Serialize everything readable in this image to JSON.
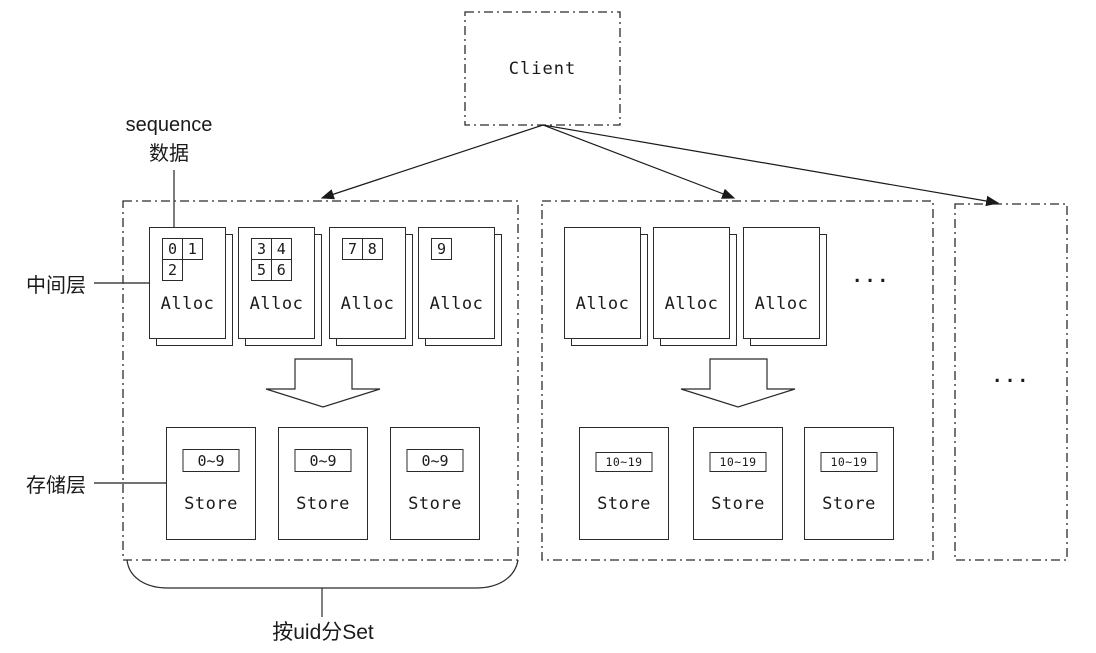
{
  "client": {
    "label": "Client"
  },
  "annotations": {
    "sequence_label_line1": "sequence",
    "sequence_label_line2": "数据",
    "middle_layer_label": "中间层",
    "storage_layer_label": "存储层",
    "set_partition_label": "按uid分Set"
  },
  "groups": [
    {
      "allocs": [
        {
          "label": "Alloc",
          "cells": [
            [
              "0",
              "1"
            ],
            [
              "2"
            ]
          ]
        },
        {
          "label": "Alloc",
          "cells": [
            [
              "3",
              "4"
            ],
            [
              "5",
              "6"
            ]
          ]
        },
        {
          "label": "Alloc",
          "cells": [
            [
              "7",
              "8"
            ]
          ]
        },
        {
          "label": "Alloc",
          "cells": [
            [
              "9"
            ]
          ]
        }
      ],
      "stores": [
        {
          "label": "Store",
          "range": "0~9"
        },
        {
          "label": "Store",
          "range": "0~9"
        },
        {
          "label": "Store",
          "range": "0~9"
        }
      ]
    },
    {
      "allocs": [
        {
          "label": "Alloc"
        },
        {
          "label": "Alloc"
        },
        {
          "label": "Alloc"
        }
      ],
      "more_allocs_ellipsis": "...",
      "stores": [
        {
          "label": "Store",
          "range": "10~19"
        },
        {
          "label": "Store",
          "range": "10~19"
        },
        {
          "label": "Store",
          "range": "10~19"
        }
      ]
    },
    {
      "more_sets_ellipsis": "..."
    }
  ],
  "colors": {
    "line": "#2b2b2b",
    "text": "#1a1a1a",
    "background": "#ffffff"
  }
}
